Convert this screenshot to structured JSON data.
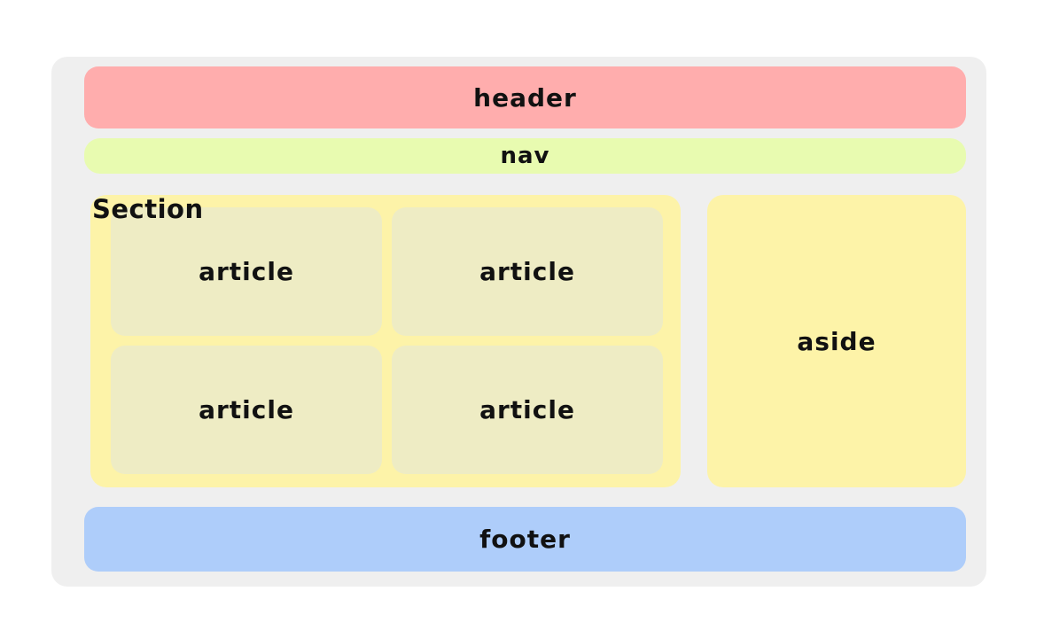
{
  "page": {
    "background": "#ffffff",
    "container_background": "#efefef",
    "text_color": "#111111"
  },
  "layout": {
    "header": {
      "label": "header",
      "color": "#ffadad"
    },
    "nav": {
      "label": "nav",
      "color": "#e8fbb0"
    },
    "section": {
      "label": "Section",
      "color": "#fdf3a8",
      "article_color": "#eeecc4",
      "articles": [
        {
          "label": "article"
        },
        {
          "label": "article"
        },
        {
          "label": "article"
        },
        {
          "label": "article"
        }
      ]
    },
    "aside": {
      "label": "aside",
      "color": "#fdf3a8"
    },
    "footer": {
      "label": "footer",
      "color": "#aecdfa"
    }
  }
}
